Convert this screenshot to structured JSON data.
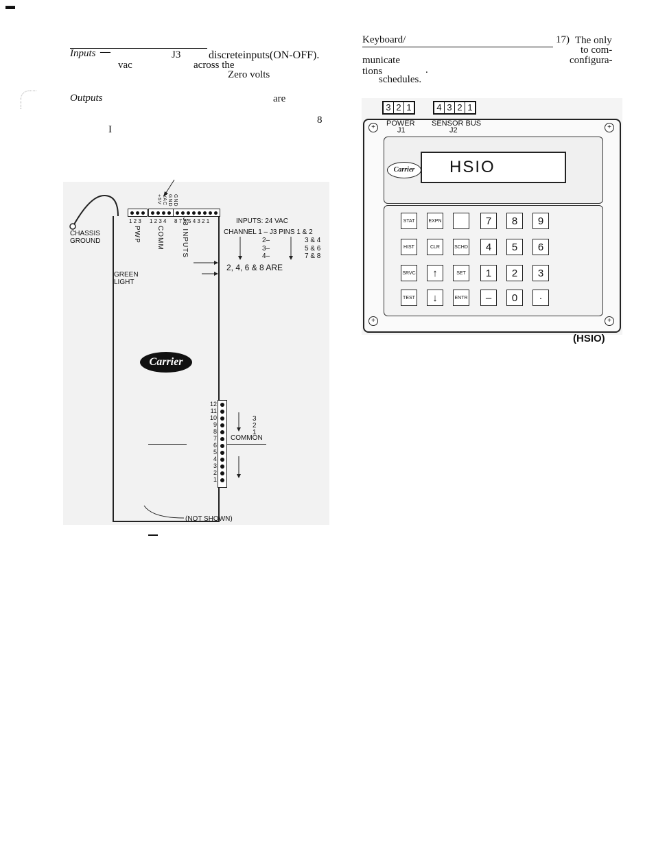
{
  "page_mark": "▬",
  "left_text": {
    "inputs_heading": "Inputs",
    "dash": "—",
    "j3": "J3",
    "discrete": "discreteinputs(ON-OFF).",
    "vac": "vac",
    "across": "across the",
    "zero_volts": "Zero volts",
    "outputs_heading": "Outputs",
    "are": "are",
    "eight": "8",
    "i_mark": "I"
  },
  "right_text": {
    "keyboard_heading": "Keyboard/",
    "ref": "17)",
    "the_only": "The only",
    "to_com": "to com-",
    "municate": "municate",
    "configura": "configura-",
    "tions": "tions",
    "dot": ".",
    "schedules": "schedules."
  },
  "board_figure": {
    "top_labels": [
      "GND",
      "GND",
      "VAC",
      "+5V"
    ],
    "header_nums": {
      "pwp": "1 2 3",
      "comm": "1 2 3 4",
      "inputs": "8 7 6 5 4 3 2 1"
    },
    "chassis_ground": [
      "CHASSIS",
      "GROUND"
    ],
    "pwp": "PWP",
    "comm": "COMM",
    "j3_inputs": "J3 INPUTS",
    "inputs_24vac": "INPUTS: 24 VAC",
    "channel_line": "CHANNEL  1 – J3 PINS  1 & 2",
    "ch2": "2–",
    "ch3": "3–",
    "ch4": "4–",
    "pins2": "3 & 4",
    "pins3": "5 & 6",
    "pins4": "7 & 8",
    "are_line": "2, 4, 6 & 8 ARE",
    "green_light": [
      "GREEN",
      "LIGHT"
    ],
    "logo": "Carrier",
    "terminal_numbers": [
      "12",
      "11",
      "10",
      "9",
      "8",
      "7",
      "6",
      "5",
      "4",
      "3",
      "2",
      "1"
    ],
    "out_nums": [
      "3",
      "2",
      "1"
    ],
    "common": "COMMON",
    "not_shown": "(NOT SHOWN)"
  },
  "hsio_figure": {
    "power_pins": [
      "3",
      "2",
      "1"
    ],
    "sensor_pins": [
      "4",
      "3",
      "2",
      "1"
    ],
    "power_label": "POWER",
    "j1": "J1",
    "sensor_label": "SENSOR BUS",
    "j2": "J2",
    "logo": "Carrier",
    "display": "HSIO",
    "keys": [
      [
        "STAT",
        "EXPN",
        "",
        "7",
        "8",
        "9"
      ],
      [
        "HIST",
        "CLR",
        "SCHD",
        "4",
        "5",
        "6"
      ],
      [
        "SRVC",
        "↑",
        "SET",
        "1",
        "2",
        "3"
      ],
      [
        "TEST",
        "↓",
        "ENTR",
        "–",
        "0",
        "·"
      ]
    ],
    "caption": "(HSIO)"
  }
}
